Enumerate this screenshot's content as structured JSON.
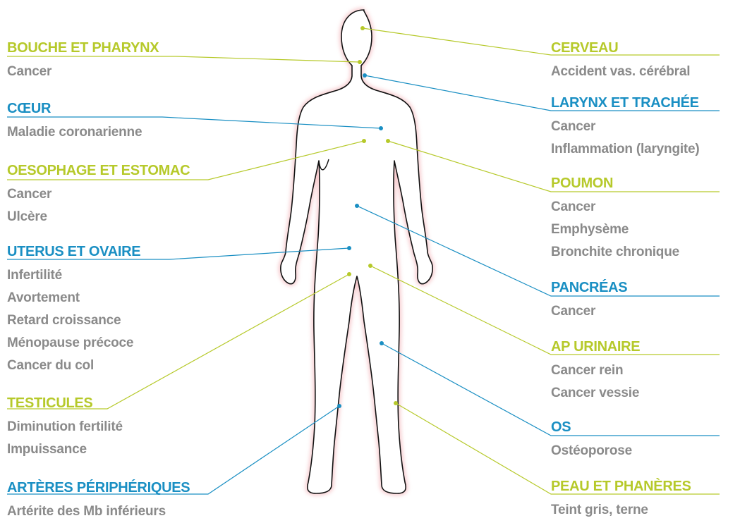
{
  "colors": {
    "green": "#b6c92a",
    "blue": "#1a8fc3",
    "gray": "#8a8a8a",
    "glow": "#f3b3b8"
  },
  "organs": [
    {
      "id": "bouche",
      "title": "BOUCHE ET PHARYNX",
      "color": "green",
      "side": "left",
      "items": [
        "Cancer"
      ]
    },
    {
      "id": "coeur",
      "title": "CŒUR",
      "color": "blue",
      "side": "left",
      "items": [
        "Maladie coronarienne"
      ]
    },
    {
      "id": "oesophage",
      "title": "OESOPHAGE ET ESTOMAC",
      "color": "green",
      "side": "left",
      "items": [
        "Cancer",
        "Ulcère"
      ]
    },
    {
      "id": "uterus",
      "title": "UTERUS ET OVAIRE",
      "color": "blue",
      "side": "left",
      "items": [
        "Infertilité",
        "Avortement",
        "Retard croissance",
        "Ménopause précoce",
        "Cancer du col"
      ]
    },
    {
      "id": "testicules",
      "title": "TESTICULES",
      "color": "green",
      "side": "left",
      "items": [
        "Diminution fertilité",
        "Impuissance"
      ]
    },
    {
      "id": "arteres",
      "title": "ARTÈRES PÉRIPHÉRIQUES",
      "color": "blue",
      "side": "left",
      "items": [
        "Artérite des Mb inférieurs"
      ]
    },
    {
      "id": "cerveau",
      "title": "CERVEAU",
      "color": "green",
      "side": "right",
      "items": [
        "Accident vas. cérébral"
      ]
    },
    {
      "id": "larynx",
      "title": "LARYNX ET TRACHÉE",
      "color": "blue",
      "side": "right",
      "items": [
        "Cancer",
        "Inflammation (laryngite)"
      ]
    },
    {
      "id": "poumon",
      "title": "POUMON",
      "color": "green",
      "side": "right",
      "items": [
        "Cancer",
        "Emphysème",
        "Bronchite chronique"
      ]
    },
    {
      "id": "pancreas",
      "title": "PANCRÉAS",
      "color": "blue",
      "side": "right",
      "items": [
        "Cancer"
      ]
    },
    {
      "id": "urinaire",
      "title": "AP URINAIRE",
      "color": "green",
      "side": "right",
      "items": [
        "Cancer rein",
        "Cancer vessie"
      ]
    },
    {
      "id": "os",
      "title": "OS",
      "color": "blue",
      "side": "right",
      "items": [
        "Ostéoporose"
      ]
    },
    {
      "id": "peau",
      "title": "PEAU ET PHANÈRES",
      "color": "green",
      "side": "right",
      "items": [
        "Teint gris, terne"
      ]
    }
  ]
}
